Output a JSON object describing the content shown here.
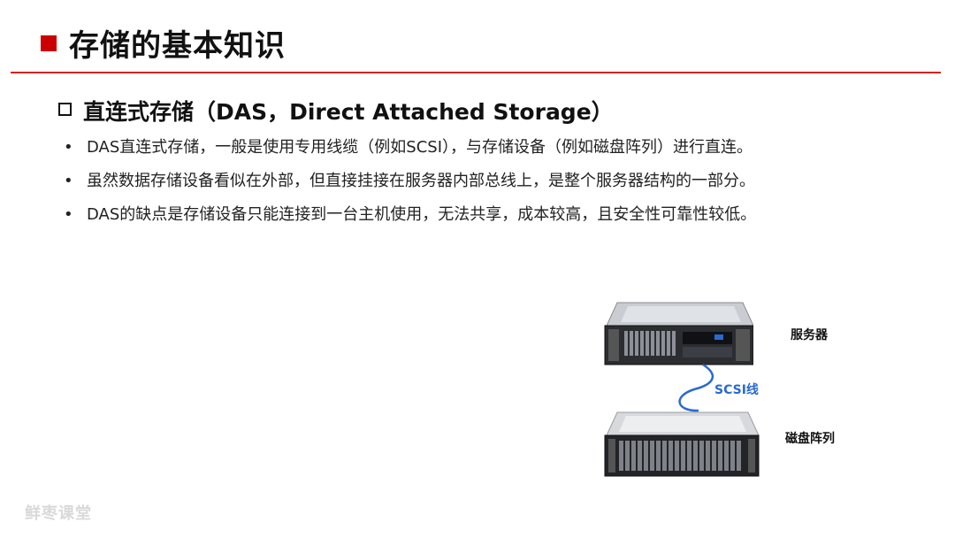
{
  "slide": {
    "title": "存储的基本知识",
    "section_heading": "直连式存储（DAS，Direct Attached Storage）",
    "bullets": [
      "DAS直连式存储，一般是使用专用线缆（例如SCSI），与存储设备（例如磁盘阵列）进行直连。",
      "虽然数据存储设备看似在外部，但直接挂接在服务器内部总线上，是整个服务器结构的一部分。",
      "DAS的缺点是存储设备只能连接到一台主机使用，无法共享，成本较高，且安全性可靠性较低。"
    ],
    "bullet_symbol": "•"
  },
  "diagram": {
    "server_label": "服务器",
    "cable_label": "SCSI线",
    "storage_label": "磁盘阵列"
  },
  "watermark": "鲜枣课堂",
  "colors": {
    "accent_red": "#cc0000",
    "cable_blue": "#2a6ad0"
  }
}
